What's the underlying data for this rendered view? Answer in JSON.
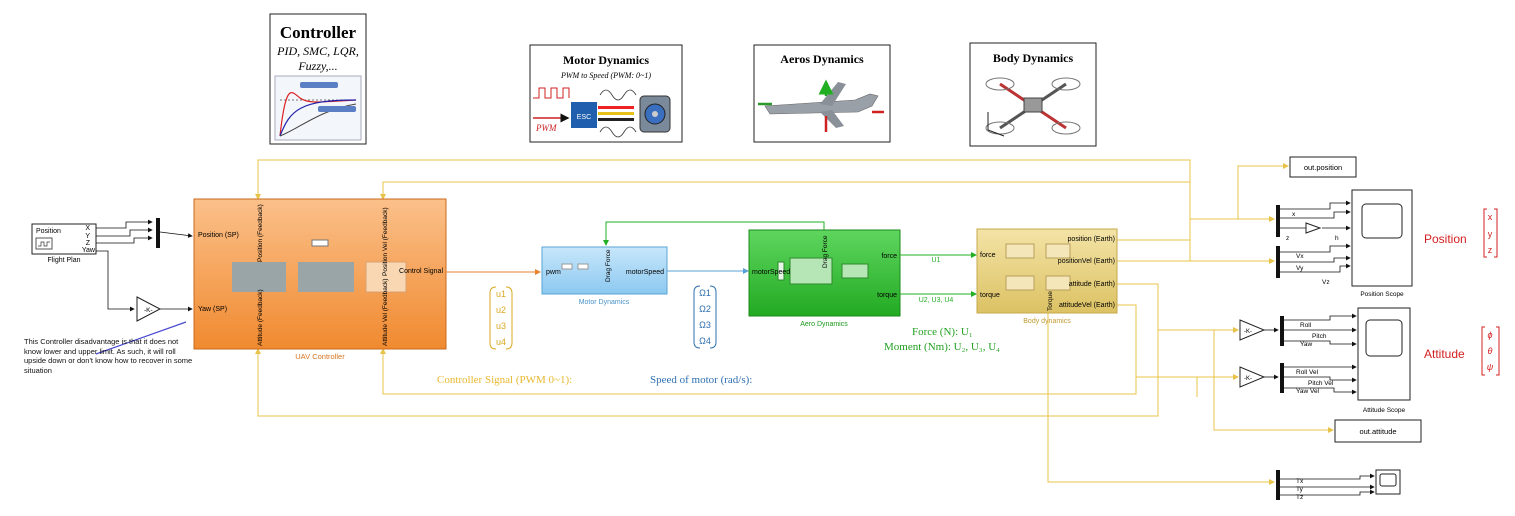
{
  "colors": {
    "orange_block": "#f7a05a",
    "blue_block": "#9fd4f6",
    "green_block": "#33c233",
    "gold_block": "#e8d27e",
    "yellow_wire": "#e8c34a",
    "orange_wire": "#e8822b",
    "blue_wire": "#5a9fd4",
    "green_wire": "#22b022",
    "red_label": "#d42020"
  },
  "cards": {
    "controller": {
      "title": "Controller",
      "subtitle1": "PID, SMC, LQR,",
      "subtitle2": "Fuzzy,..."
    },
    "motor": {
      "title": "Motor Dynamics",
      "subtitle": "PWM to Speed (PWM: 0~1)",
      "pwm": "PWM",
      "esc": "ESC"
    },
    "aeros": {
      "title": "Aeros Dynamics"
    },
    "body": {
      "title": "Body Dynamics"
    }
  },
  "flight_plan": {
    "inner": "Position",
    "ports": [
      "X",
      "Y",
      "Z",
      "Yaw"
    ],
    "label": "Flight Plan"
  },
  "gain_label": "-K-",
  "uav_controller": {
    "in_position": "Position (SP)",
    "in_yaw": "Yaw (SP)",
    "pos_feedback": "Position (Feedback)",
    "att_feedback": "Attitude (Feedback)",
    "posvel_feedback": "Position Vel (Feedback)",
    "attvel_feedback": "Attitude Vel (Feedback)",
    "out": "Control Signal",
    "label": "UAV Controller"
  },
  "motor_block": {
    "in": "pwm",
    "out": "motorSpeed",
    "drag": "Drag Force",
    "label": "Motor Dynamics"
  },
  "aero_block": {
    "in": "motorSpeed",
    "drag": "Drag Force",
    "out_force": "force",
    "out_torque": "torque",
    "label": "Aero Dynamics"
  },
  "body_block": {
    "in_force": "force",
    "in_torque": "torque",
    "torque_out": "Torque",
    "out_pos": "position (Earth)",
    "out_posvel": "positionVel (Earth)",
    "out_att": "attitude (Earth)",
    "out_attvel": "attitudeVel (Earth)",
    "label": "Body dynamics"
  },
  "signals": {
    "u1": "U1",
    "u234": "U2, U3, U4"
  },
  "vectors": {
    "u": [
      "u1",
      "u2",
      "u3",
      "u4"
    ],
    "omega": [
      "Ω1",
      "Ω2",
      "Ω3",
      "Ω4"
    ],
    "pos": [
      "x",
      "y",
      "z"
    ],
    "att": [
      "ϕ",
      "θ",
      "ψ"
    ]
  },
  "captions": {
    "controller_signal": "Controller Signal (PWM 0~1):",
    "speed": "Speed of motor (rad/s):",
    "force": "Force (N): U₁",
    "moment": "Moment (Nm): U₂, U₃, U₄"
  },
  "position_scope": {
    "labels": [
      "x",
      "z",
      "h",
      "Vx",
      "Vy",
      "Vz"
    ],
    "title": "Position Scope"
  },
  "attitude_scope": {
    "labels": [
      "Roll",
      "Pitch",
      "Yaw",
      "Roll Vel",
      "Pitch Vel",
      "Yaw Vel"
    ],
    "title": "Attitude Scope"
  },
  "torque_scope": {
    "labels": [
      "Tx",
      "Ty",
      "Tz"
    ]
  },
  "outputs": {
    "position": "out.position",
    "attitude": "out.attitude"
  },
  "side_labels": {
    "position": "Position",
    "attitude": "Attitude"
  },
  "note": "This Controller disadvantage is that it does not know lower and upper limit. As such, it will roll upside down or don't know how to recover in some situation"
}
